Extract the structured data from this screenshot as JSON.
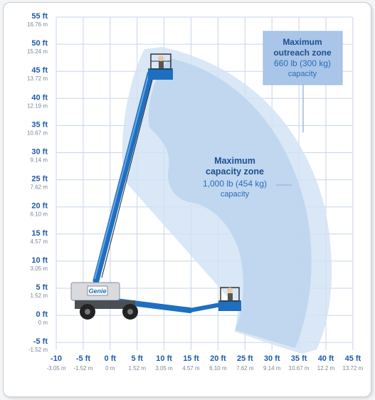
{
  "colors": {
    "grid": "#c7d6ea",
    "envelope_outer": "#d2e3f4",
    "envelope_inner": "#bdd5ee",
    "boom": "#1e6fc0",
    "zone_box": "#a9c6e8",
    "zone_title": "#1d4f91",
    "zone_text": "#2b6cb8",
    "axis_ft": "#1f5aa6",
    "axis_m": "#7a8797"
  },
  "y_ticks": [
    {
      "ft": "55 ft",
      "m": "16.76 m"
    },
    {
      "ft": "50 ft",
      "m": "15.24 m"
    },
    {
      "ft": "45 ft",
      "m": "13.72 m"
    },
    {
      "ft": "40 ft",
      "m": "12.19 m"
    },
    {
      "ft": "35 ft",
      "m": "10.67 m"
    },
    {
      "ft": "30 ft",
      "m": "9.14 m"
    },
    {
      "ft": "25 ft",
      "m": "7.62 m"
    },
    {
      "ft": "20 ft",
      "m": "6.10 m"
    },
    {
      "ft": "15 ft",
      "m": "4.57 m"
    },
    {
      "ft": "10 ft",
      "m": "3.05 m"
    },
    {
      "ft": "5 ft",
      "m": "1.52 m"
    },
    {
      "ft": "0 ft",
      "m": "0 m"
    },
    {
      "ft": "-5 ft",
      "m": "-1.52 m"
    }
  ],
  "x_ticks": [
    {
      "ft": "-10",
      "m": "-3.05 m"
    },
    {
      "ft": "-5 ft",
      "m": "-1.52 m"
    },
    {
      "ft": "0 ft",
      "m": "0 m"
    },
    {
      "ft": "5 ft",
      "m": "1.52 m"
    },
    {
      "ft": "10 ft",
      "m": "3.05 m"
    },
    {
      "ft": "15 ft",
      "m": "4.57 m"
    },
    {
      "ft": "20 ft",
      "m": "6.10 m"
    },
    {
      "ft": "25 ft",
      "m": "7.62 m"
    },
    {
      "ft": "30 ft",
      "m": "9.14 m"
    },
    {
      "ft": "35 ft",
      "m": "10.67 m"
    },
    {
      "ft": "40 ft",
      "m": "12.2 m"
    },
    {
      "ft": "45 ft",
      "m": "13.72 m"
    }
  ],
  "zones": {
    "outreach": {
      "title_1": "Maximum",
      "title_2": "outreach zone",
      "load": "660 lb (300 kg)",
      "caption": "capacity"
    },
    "capacity": {
      "title_1": "Maximum",
      "title_2": "capacity zone",
      "load": "1,000 lb (454 kg)",
      "caption": "capacity"
    }
  },
  "machine": {
    "brand": "Genie"
  }
}
